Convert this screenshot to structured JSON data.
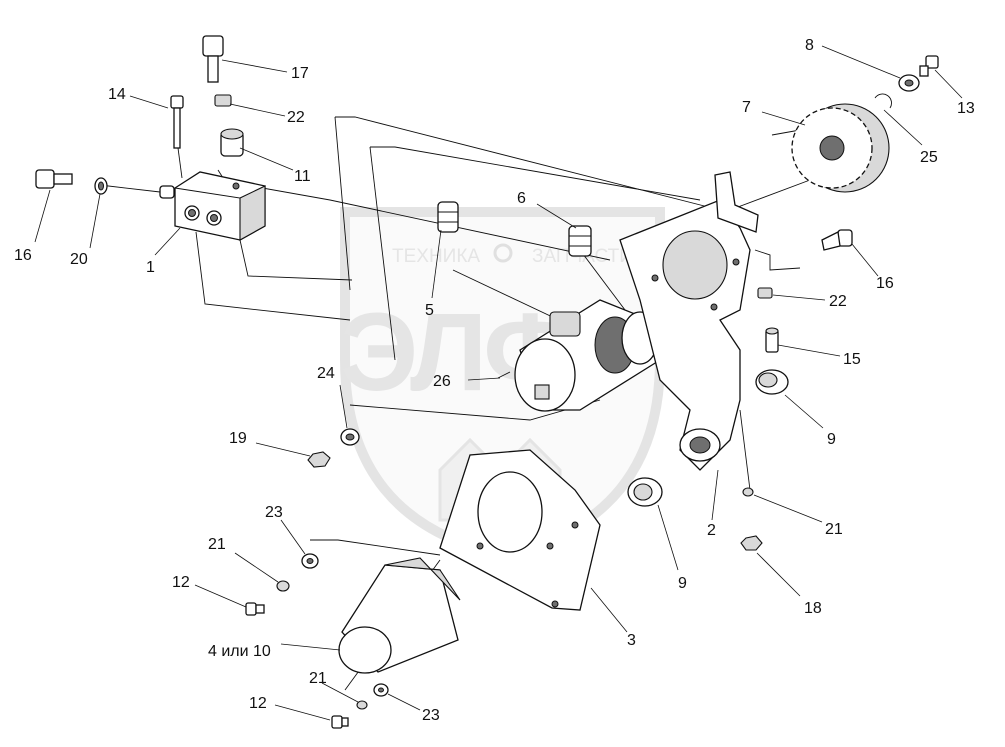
{
  "watermark": {
    "left_text": "ТЕХНИКА",
    "right_text": "ЗАПЧАСТИ",
    "logo_text": "ЭЛФ"
  },
  "callouts": [
    {
      "id": "c1",
      "text": "1"
    },
    {
      "id": "c2",
      "text": "2"
    },
    {
      "id": "c3",
      "text": "3"
    },
    {
      "id": "c4",
      "text": "4 или 10"
    },
    {
      "id": "c5",
      "text": "5"
    },
    {
      "id": "c6",
      "text": "6"
    },
    {
      "id": "c7",
      "text": "7"
    },
    {
      "id": "c8",
      "text": "8"
    },
    {
      "id": "c9a",
      "text": "9"
    },
    {
      "id": "c9b",
      "text": "9"
    },
    {
      "id": "c11",
      "text": "11"
    },
    {
      "id": "c12a",
      "text": "12"
    },
    {
      "id": "c12b",
      "text": "12"
    },
    {
      "id": "c13",
      "text": "13"
    },
    {
      "id": "c14",
      "text": "14"
    },
    {
      "id": "c15",
      "text": "15"
    },
    {
      "id": "c16a",
      "text": "16"
    },
    {
      "id": "c16b",
      "text": "16"
    },
    {
      "id": "c17",
      "text": "17"
    },
    {
      "id": "c18",
      "text": "18"
    },
    {
      "id": "c19",
      "text": "19"
    },
    {
      "id": "c20",
      "text": "20"
    },
    {
      "id": "c21a",
      "text": "21"
    },
    {
      "id": "c21b",
      "text": "21"
    },
    {
      "id": "c21c",
      "text": "21"
    },
    {
      "id": "c22a",
      "text": "22"
    },
    {
      "id": "c22b",
      "text": "22"
    },
    {
      "id": "c23a",
      "text": "23"
    },
    {
      "id": "c23b",
      "text": "23"
    },
    {
      "id": "c24",
      "text": "24"
    },
    {
      "id": "c25",
      "text": "25"
    },
    {
      "id": "c26",
      "text": "26"
    }
  ]
}
